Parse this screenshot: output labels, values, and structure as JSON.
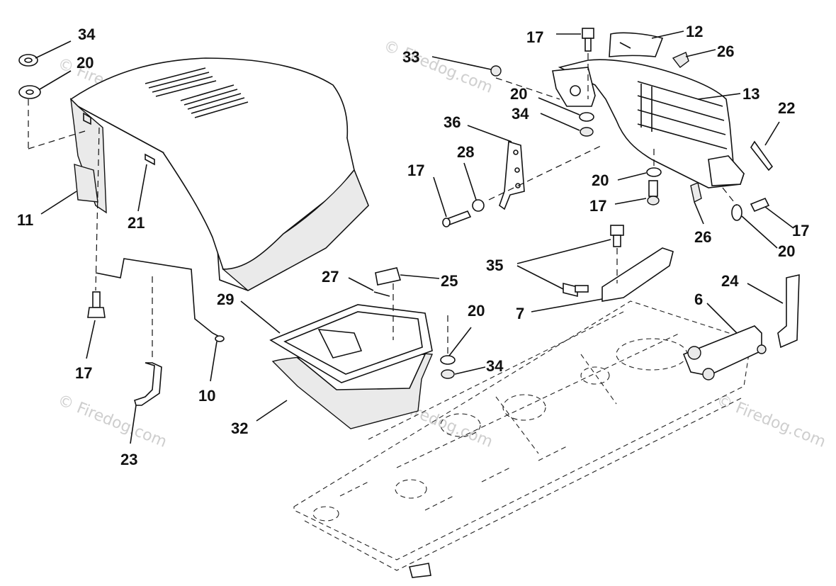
{
  "diagram": {
    "watermark": "© Firedog.com",
    "labels": [
      {
        "id": "l34a",
        "text": "34"
      },
      {
        "id": "l20a",
        "text": "20"
      },
      {
        "id": "l11",
        "text": "11"
      },
      {
        "id": "l21",
        "text": "21"
      },
      {
        "id": "l17a",
        "text": "17"
      },
      {
        "id": "l10",
        "text": "10"
      },
      {
        "id": "l23",
        "text": "23"
      },
      {
        "id": "l33",
        "text": "33"
      },
      {
        "id": "l17b",
        "text": "17"
      },
      {
        "id": "l12",
        "text": "12"
      },
      {
        "id": "l26a",
        "text": "26"
      },
      {
        "id": "l13",
        "text": "13"
      },
      {
        "id": "l20b",
        "text": "20"
      },
      {
        "id": "l34b",
        "text": "34"
      },
      {
        "id": "l36",
        "text": "36"
      },
      {
        "id": "l28",
        "text": "28"
      },
      {
        "id": "l17c",
        "text": "17"
      },
      {
        "id": "l22",
        "text": "22"
      },
      {
        "id": "l20c",
        "text": "20"
      },
      {
        "id": "l17d",
        "text": "17"
      },
      {
        "id": "l26b",
        "text": "26"
      },
      {
        "id": "l17e",
        "text": "17"
      },
      {
        "id": "l20d",
        "text": "20"
      },
      {
        "id": "l35",
        "text": "35"
      },
      {
        "id": "l27",
        "text": "27"
      },
      {
        "id": "l25",
        "text": "25"
      },
      {
        "id": "l24",
        "text": "24"
      },
      {
        "id": "l7",
        "text": "7"
      },
      {
        "id": "l6",
        "text": "6"
      },
      {
        "id": "l29",
        "text": "29"
      },
      {
        "id": "l20e",
        "text": "20"
      },
      {
        "id": "l34c",
        "text": "34"
      },
      {
        "id": "l32",
        "text": "32"
      }
    ]
  }
}
